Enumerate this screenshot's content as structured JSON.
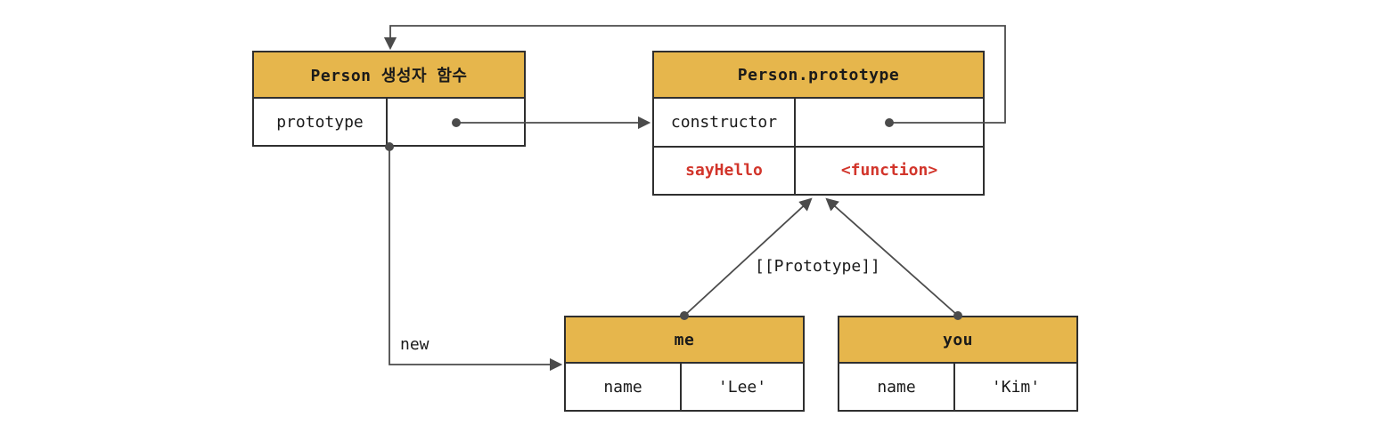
{
  "colors": {
    "header_fill": "#E6B64C",
    "accent_red": "#D2352B",
    "line": "#4B4B4B",
    "border": "#2F2F2F",
    "background": "#ffffff"
  },
  "boxes": {
    "person": {
      "title": "Person 생성자 함수",
      "rows": [
        {
          "key": "prototype",
          "value": ""
        }
      ]
    },
    "person_prototype": {
      "title": "Person.prototype",
      "rows": [
        {
          "key": "constructor",
          "value": ""
        },
        {
          "key": "sayHello",
          "value": "<function>"
        }
      ]
    },
    "me": {
      "title": "me",
      "rows": [
        {
          "key": "name",
          "value": "'Lee'"
        }
      ]
    },
    "you": {
      "title": "you",
      "rows": [
        {
          "key": "name",
          "value": "'Kim'"
        }
      ]
    }
  },
  "edge_labels": {
    "new": "new",
    "prototype_link": "[[Prototype]]"
  }
}
